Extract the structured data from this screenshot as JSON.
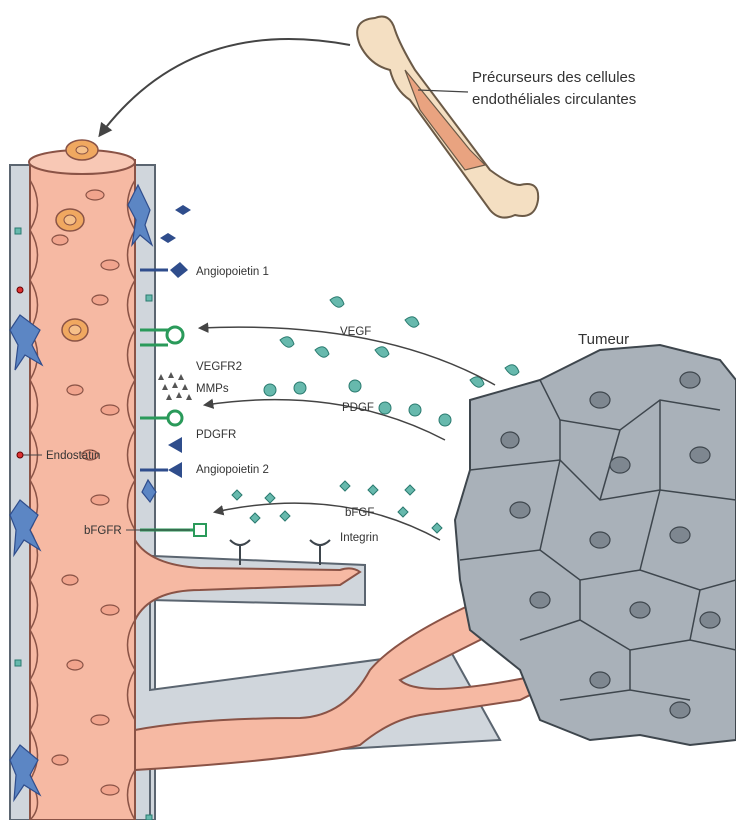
{
  "labels": {
    "precursors_line1": "Précurseurs des cellules",
    "precursors_line2": "endothéliales circulantes",
    "tumor": "Tumeur",
    "angiopoietin1": "Angiopoietin 1",
    "vegf": "VEGF",
    "vegfr2": "VEGFR2",
    "mmps": "MMPs",
    "pdgf": "PDGF",
    "pdgfr": "PDGFR",
    "endostatin": "Endostatin",
    "angiopoietin2": "Angiopoietin 2",
    "bfgf": "bFGF",
    "bfgfr": "bFGFR",
    "integrin": "Integrin"
  },
  "colors": {
    "vessel": "#f6b9a3",
    "vessel_edge": "#8a5346",
    "wall": "#d0d6dc",
    "wall_edge": "#5b6570",
    "teal": "#67b9ad",
    "teal_dark": "#2a7a6f",
    "navy": "#2f4d8c",
    "receptor_green": "#2a9a5a",
    "tumor": "#a9b1b9",
    "tumor_edge": "#3e464d",
    "bone": "#f4dfc2",
    "bone_edge": "#6b5a47",
    "arrow": "#444444"
  }
}
